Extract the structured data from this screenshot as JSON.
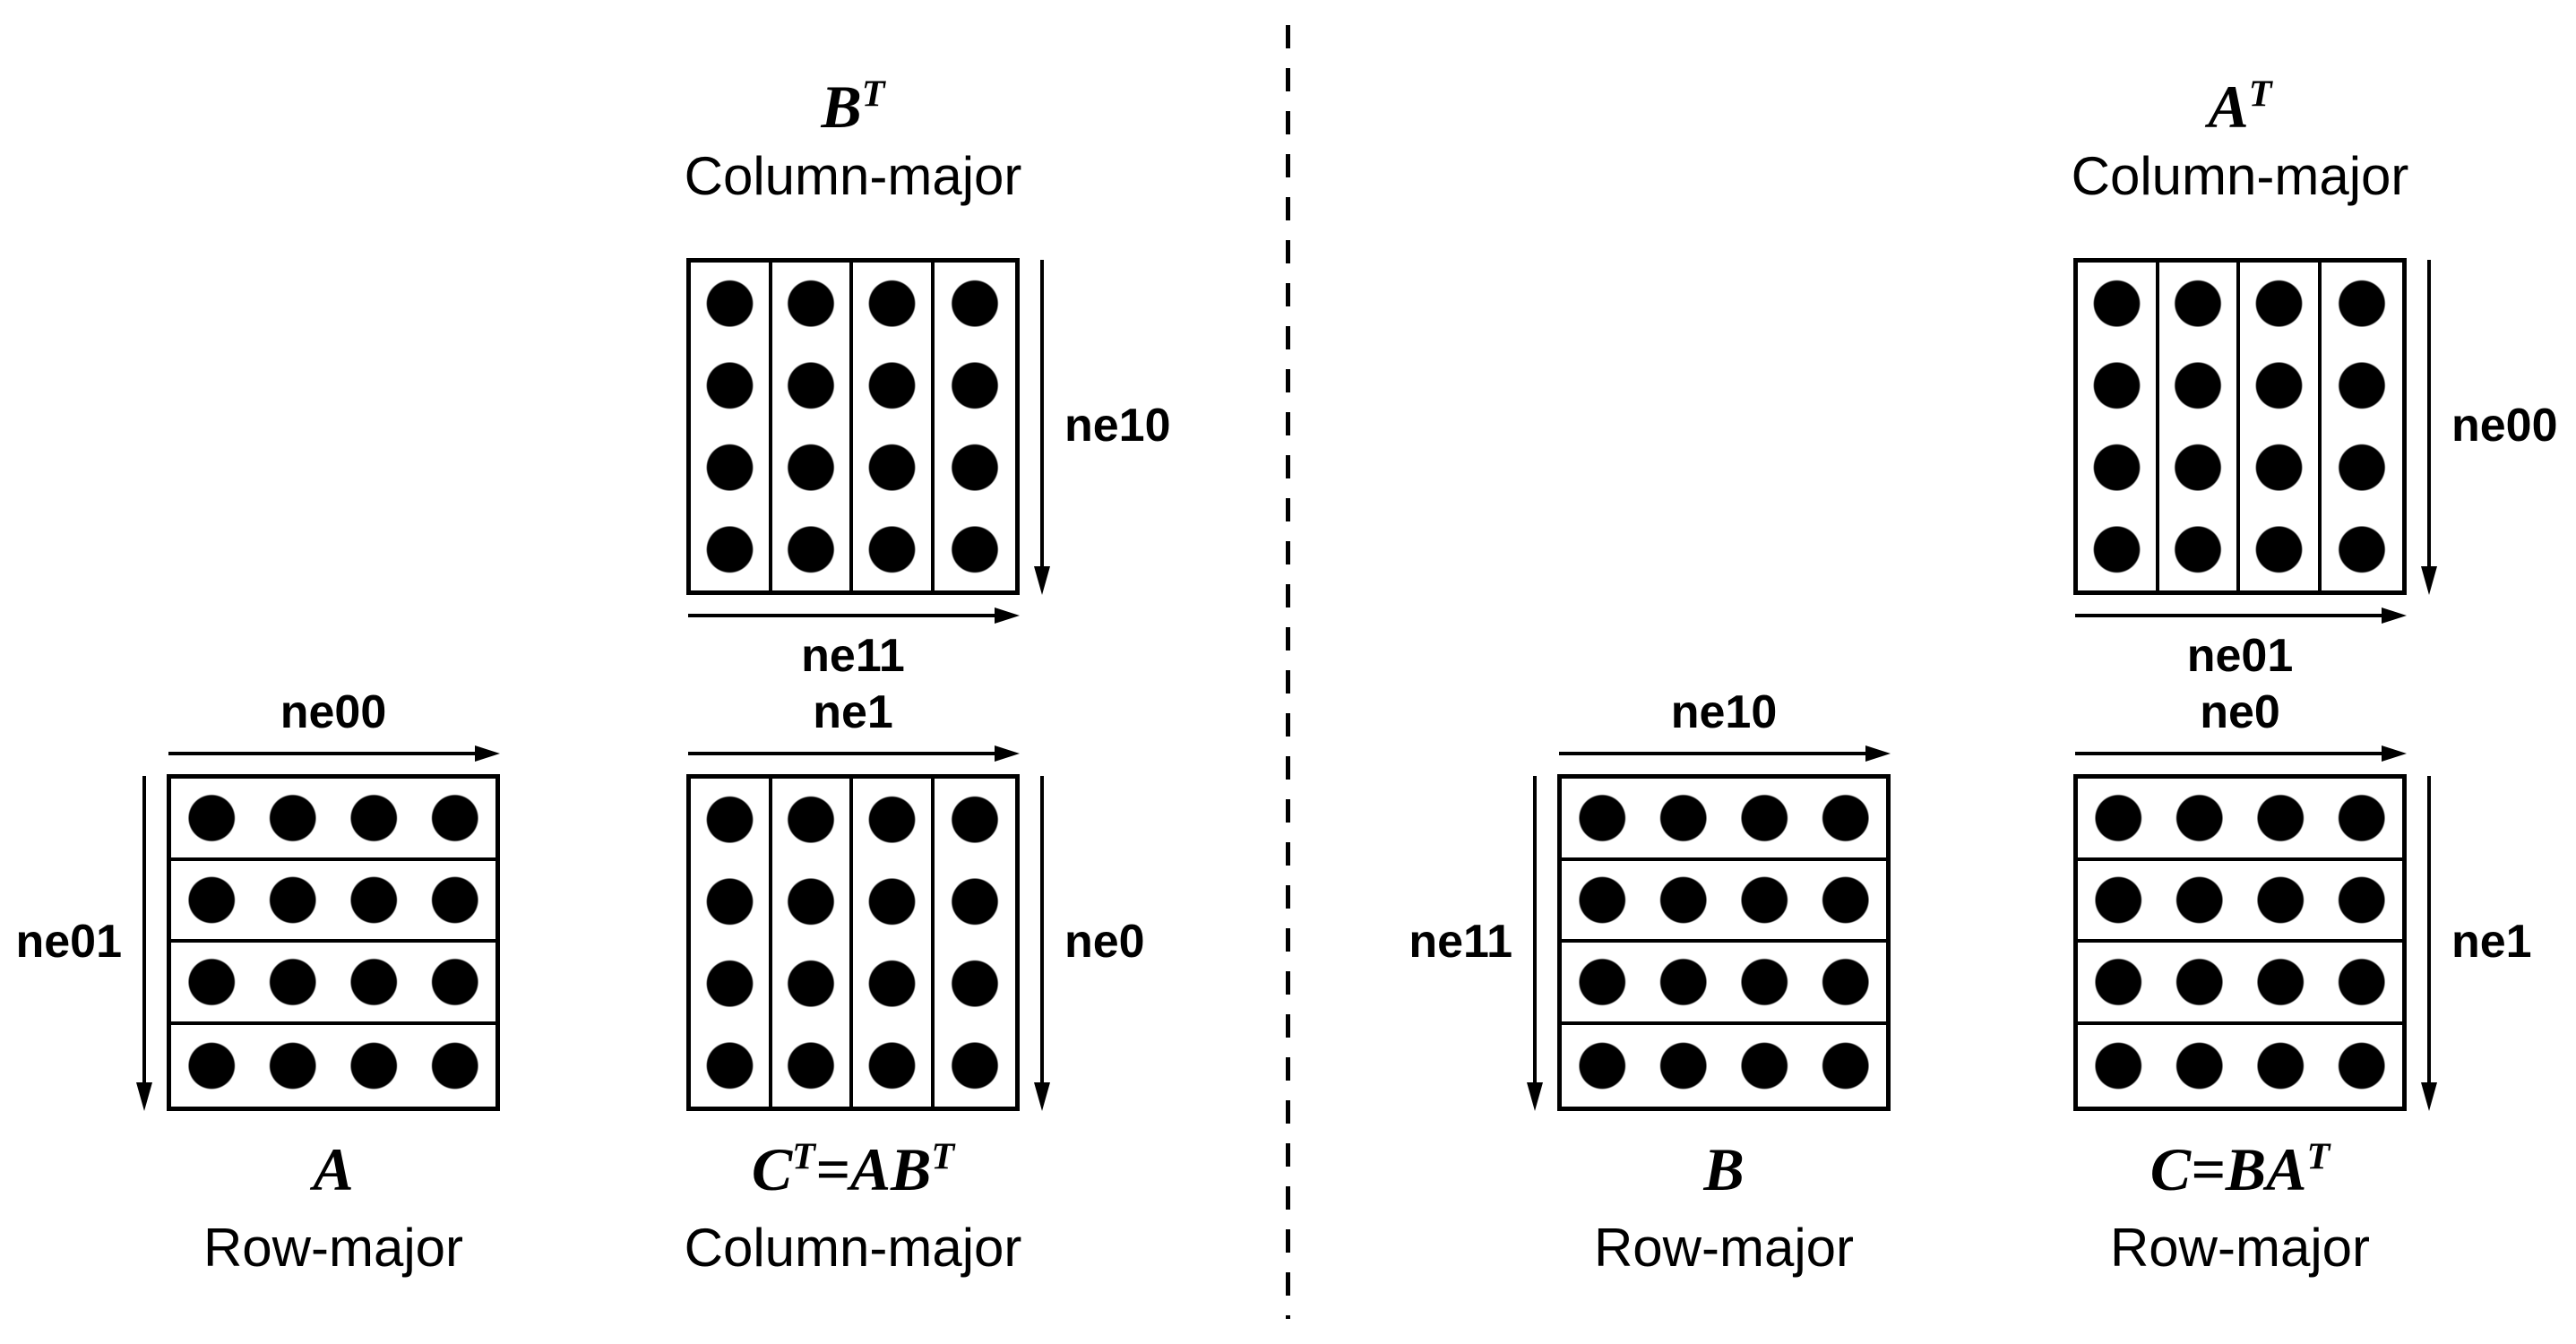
{
  "colors": {
    "background": "#ffffff",
    "ink": "#000000"
  },
  "grid": {
    "rows": 4,
    "cols": 4
  },
  "left": {
    "top": {
      "title": {
        "b1": "B",
        "s1": "T"
      },
      "subtitle": "Column-major",
      "right_dim": "ne10",
      "bottom_dim": "ne11"
    },
    "bottom_left": {
      "title": {
        "b1": "A"
      },
      "subtitle": "Row-major",
      "top_dim": "ne00",
      "left_dim": "ne01"
    },
    "bottom_right": {
      "title": {
        "b1": "C",
        "s1": "T",
        "b2": "=AB",
        "s2": "T"
      },
      "subtitle": "Column-major",
      "top_dim": "ne1",
      "right_dim": "ne0"
    }
  },
  "right": {
    "top": {
      "title": {
        "b1": "A",
        "s1": "T"
      },
      "subtitle": "Column-major",
      "right_dim": "ne00",
      "bottom_dim": "ne01"
    },
    "bottom_left": {
      "title": {
        "b1": "B"
      },
      "subtitle": "Row-major",
      "top_dim": "ne10",
      "left_dim": "ne11"
    },
    "bottom_right": {
      "title": {
        "b1": "C=BA",
        "s1": "T"
      },
      "subtitle": "Row-major",
      "top_dim": "ne0",
      "right_dim": "ne1"
    }
  }
}
